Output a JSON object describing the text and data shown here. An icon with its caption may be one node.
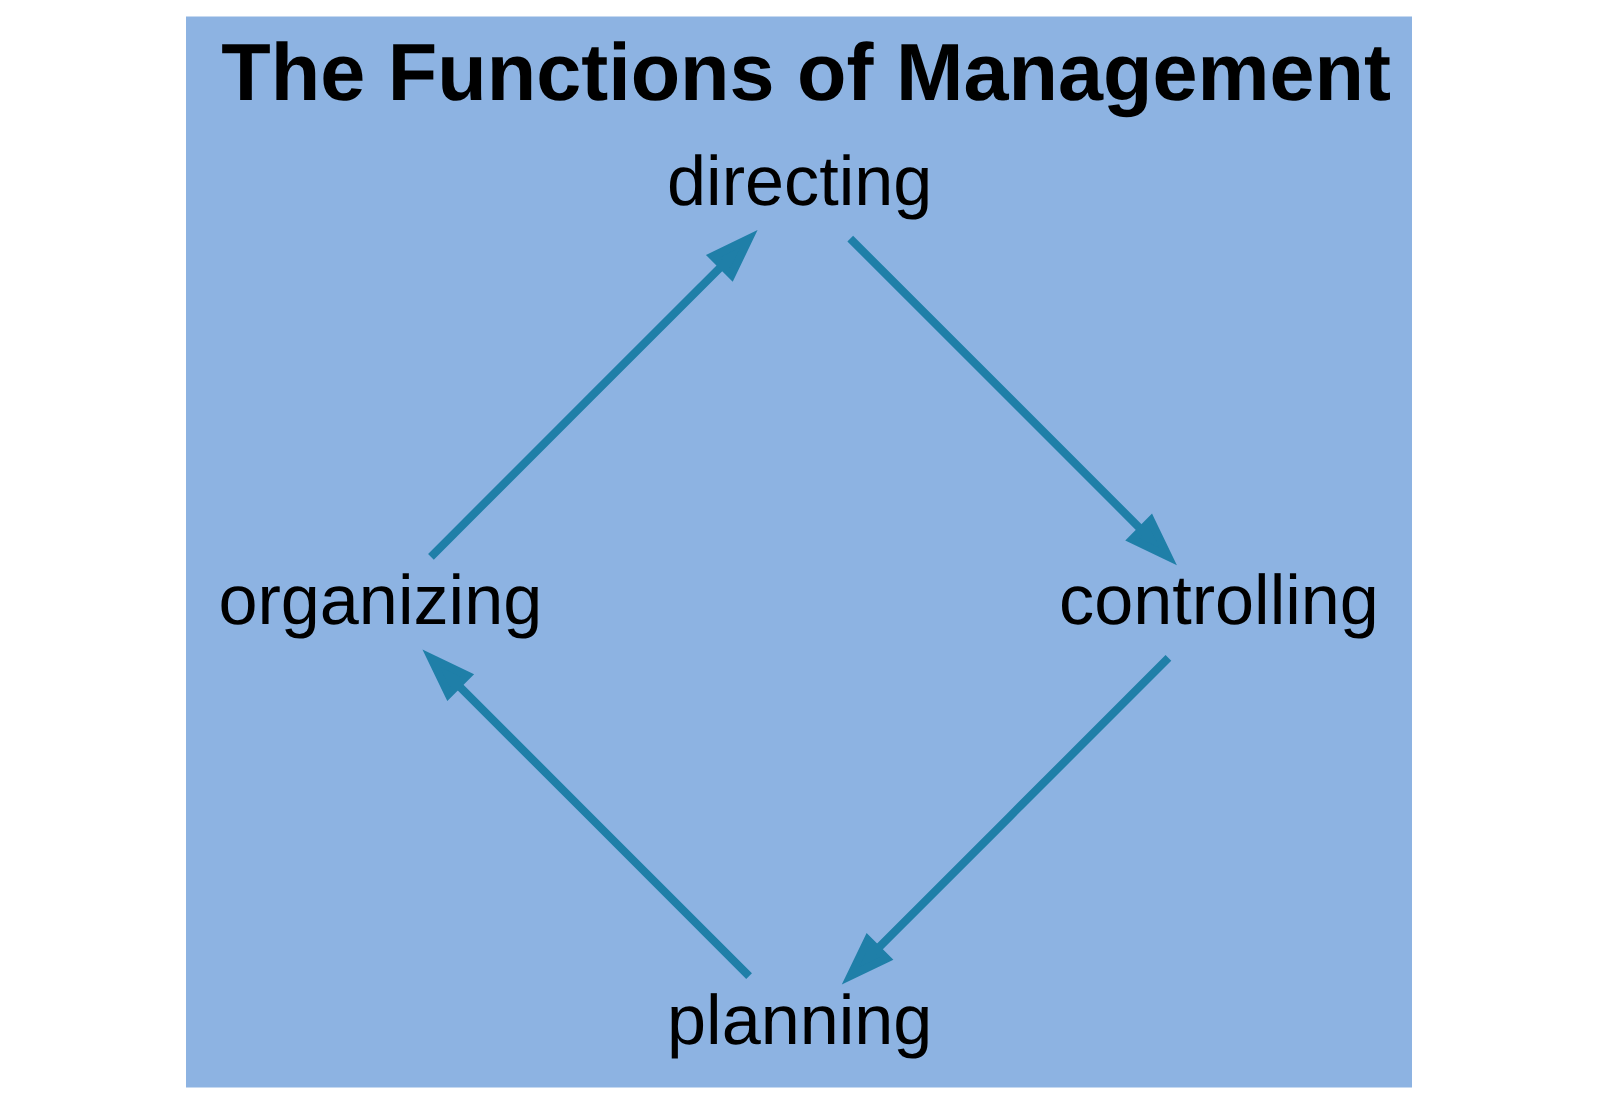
{
  "diagram": {
    "title": "The Functions of Management",
    "nodes": [
      {
        "text": [
          "planning"
        ]
      },
      {
        "text": [
          "organizing"
        ]
      },
      {
        "text": [
          "directing"
        ]
      },
      {
        "text": [
          "controlling"
        ]
      }
    ],
    "edges": [
      {
        "from": 0,
        "to": 1,
        "arrow": "to"
      },
      {
        "from": 1,
        "to": 2,
        "arrow": "to"
      },
      {
        "from": 2,
        "to": 3,
        "arrow": "to"
      },
      {
        "from": 3,
        "to": 0,
        "arrow": "to"
      }
    ]
  }
}
